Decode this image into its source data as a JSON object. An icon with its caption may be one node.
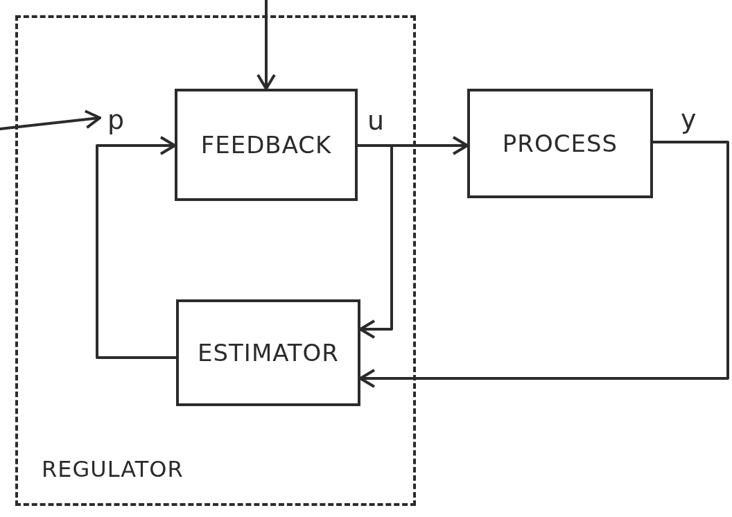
{
  "diagram": {
    "nodes": [
      {
        "text": [
          "REGULATOR"
        ]
      },
      {
        "text": [
          "FEEDBACK"
        ],
        "in": 0
      },
      {
        "text": [
          "ESTIMATOR"
        ],
        "in": 0
      },
      {
        "text": [
          "PROCESS"
        ]
      },
      {
        "text": [
          "p"
        ],
        "in": 0
      }
    ],
    "edges": [
      {
        "from": null,
        "to": 1,
        "arrow": "to"
      },
      {
        "from": null,
        "to": 4,
        "arrow": "to"
      },
      {
        "from": 2,
        "to": 1,
        "arrow": "to"
      },
      {
        "from": 1,
        "to": 3,
        "arrow": "to",
        "label": "u"
      },
      {
        "from": 1,
        "to": 2,
        "arrow": "to"
      },
      {
        "from": 3,
        "to": 2,
        "arrow": "to",
        "label": "y"
      }
    ]
  }
}
